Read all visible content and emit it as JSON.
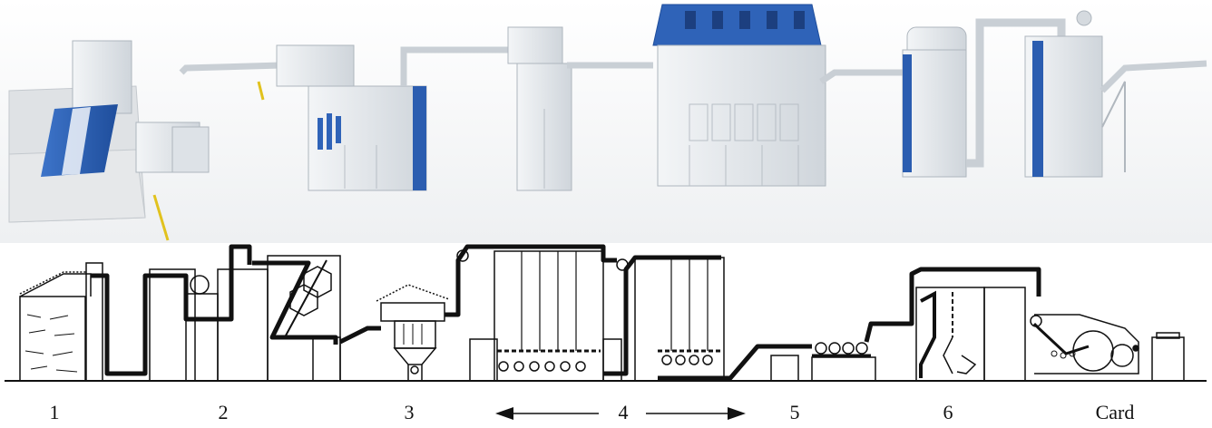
{
  "stages": [
    {
      "label": "1"
    },
    {
      "label": "2"
    },
    {
      "label": "3"
    },
    {
      "label": "4"
    },
    {
      "label": "5"
    },
    {
      "label": "6"
    },
    {
      "label": "Card"
    }
  ],
  "colors": {
    "machine_body": "#e9ecef",
    "machine_shade": "#c8ced4",
    "accent_blue": "#2f63b8",
    "bale_gray": "#dcdfe2",
    "line": "#111111"
  }
}
